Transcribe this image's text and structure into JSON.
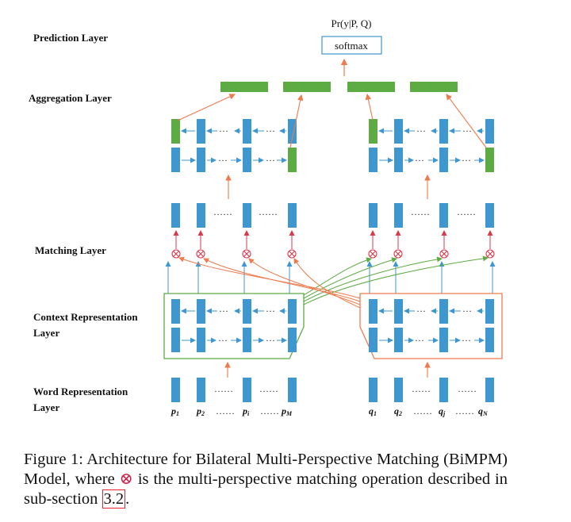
{
  "layers": {
    "prediction": "Prediction Layer",
    "aggregation": "Aggregation Layer",
    "matching": "Matching Layer",
    "context_line1": "Context Representation",
    "context_line2": "Layer",
    "word_line1": "Word Representation",
    "word_line2": "Layer"
  },
  "output": {
    "formula": "Pr(y|P, Q)",
    "softmax": "softmax"
  },
  "tokens": {
    "p1": "p",
    "p1_sub": "1",
    "p2": "p",
    "p2_sub": "2",
    "pi": "p",
    "pi_sub": "i",
    "pM": "p",
    "pM_sub": "M",
    "q1": "q",
    "q1_sub": "1",
    "q2": "q",
    "q2_sub": "2",
    "qj": "q",
    "qj_sub": "j",
    "qN": "q",
    "qN_sub": "N"
  },
  "ellipses": {
    "word": "……",
    "match": "……",
    "agg": "···"
  },
  "caption": {
    "before": "Figure 1: Architecture for Bilateral Multi-Perspective Matching (BiMPM) Model, where ",
    "symbol": "⊗",
    "after": " is the multi-perspective matching operation described in sub-section ",
    "ref": "3.2",
    "end": "."
  },
  "colors": {
    "blue": "#3f97cf",
    "green": "#5cab43",
    "orange": "#ee7b4e",
    "red_op": "#d83a4c",
    "cross_green": "#5cab43"
  }
}
